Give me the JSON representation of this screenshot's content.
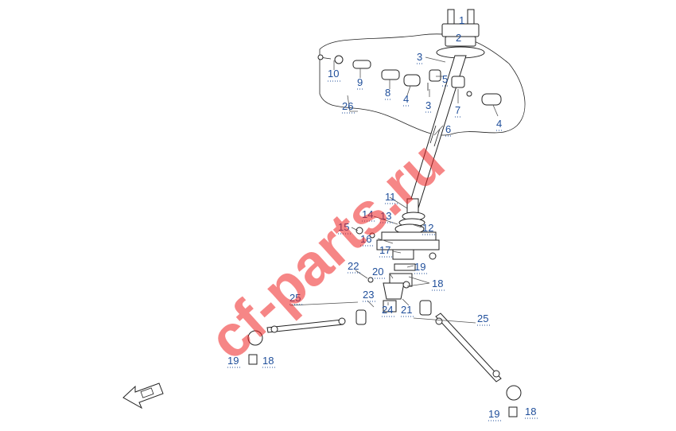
{
  "watermark": "cf-parts.ru",
  "colors": {
    "callout": "#1f4e9a",
    "watermark": "#ee2222",
    "line": "#222222"
  },
  "callouts": {
    "c1": "1",
    "c2": "2",
    "c3a": "3",
    "c3b": "3",
    "c4a": "4",
    "c4b": "4",
    "c5": "5",
    "c6": "6",
    "c7": "7",
    "c8": "8",
    "c9": "9",
    "c10": "10",
    "c11": "11",
    "c12": "12",
    "c13": "13",
    "c14": "14",
    "c15": "15",
    "c16": "16",
    "c17": "17",
    "c18a": "18",
    "c18b": "18",
    "c18c": "18",
    "c19a": "19",
    "c19b": "19",
    "c19c": "19",
    "c20": "20",
    "c21": "21",
    "c22": "22",
    "c23": "23",
    "c24": "24",
    "c25a": "25",
    "c25b": "25",
    "c26": "26"
  },
  "direction_arrow": {
    "icon": "front-direction-arrow-icon"
  }
}
